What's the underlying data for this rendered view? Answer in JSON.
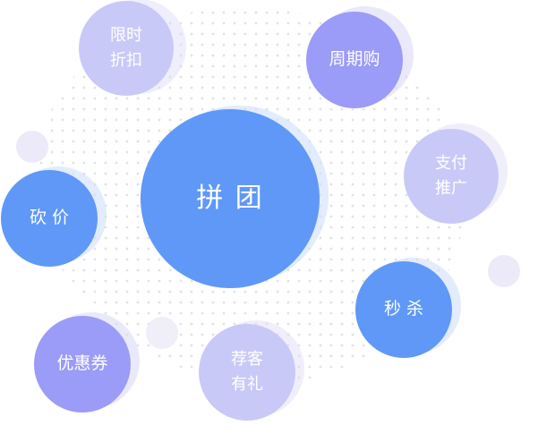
{
  "colors": {
    "blue": "#5f98f7",
    "purple": "#9b9bf8",
    "lavender": "#c9c9f8",
    "deco": "#eceaf9"
  },
  "bubbles": {
    "group_buy": {
      "line1": "拼 团"
    },
    "time_discount": {
      "line1": "限时",
      "line2": "折扣"
    },
    "subscription": {
      "line1": "周期购"
    },
    "pay_promo": {
      "line1": "支付",
      "line2": "推广"
    },
    "bargain": {
      "line1": "砍 价"
    },
    "flash_sale": {
      "line1": "秒 杀"
    },
    "coupon": {
      "line1": "优惠券"
    },
    "referral": {
      "line1": "荐客",
      "line2": "有礼"
    }
  }
}
